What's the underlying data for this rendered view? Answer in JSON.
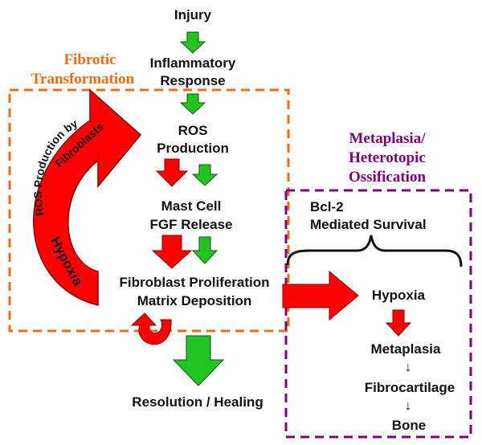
{
  "colors": {
    "red": "#ff0000",
    "green": "#22c422",
    "orange": "#f26b0f",
    "purple": "#800080",
    "text": "#111111"
  },
  "labels": {
    "injury": "Injury",
    "inflammatory_1": "Inflammatory",
    "inflammatory_2": "Response",
    "ros_1": "ROS",
    "ros_2": "Production",
    "mast_1": "Mast Cell",
    "mast_2": "FGF Release",
    "fibro_1": "Fibroblast Proliferation",
    "fibro_2": "Matrix Deposition",
    "resolution": "Resolution / Healing",
    "fibrotic_1": "Fibrotic",
    "fibrotic_2": "Transformation",
    "metaplasia_title_1": "Metaplasia/",
    "metaplasia_title_2": "Heterotopic",
    "metaplasia_title_3": "Ossification",
    "bcl2_1": "Bcl-2",
    "bcl2_2": "Mediated Survival",
    "hypoxia_right": "Hypoxia",
    "metaplasia_step": "Metaplasia",
    "fibrocartilage": "Fibrocartilage",
    "bone": "Bone",
    "small_arrow_1": "↓",
    "small_arrow_2": "↓",
    "curved_ros_1": "ROS Production by",
    "curved_ros_2": "Fibroblasts",
    "curved_hypoxia": "Hypoxia"
  }
}
